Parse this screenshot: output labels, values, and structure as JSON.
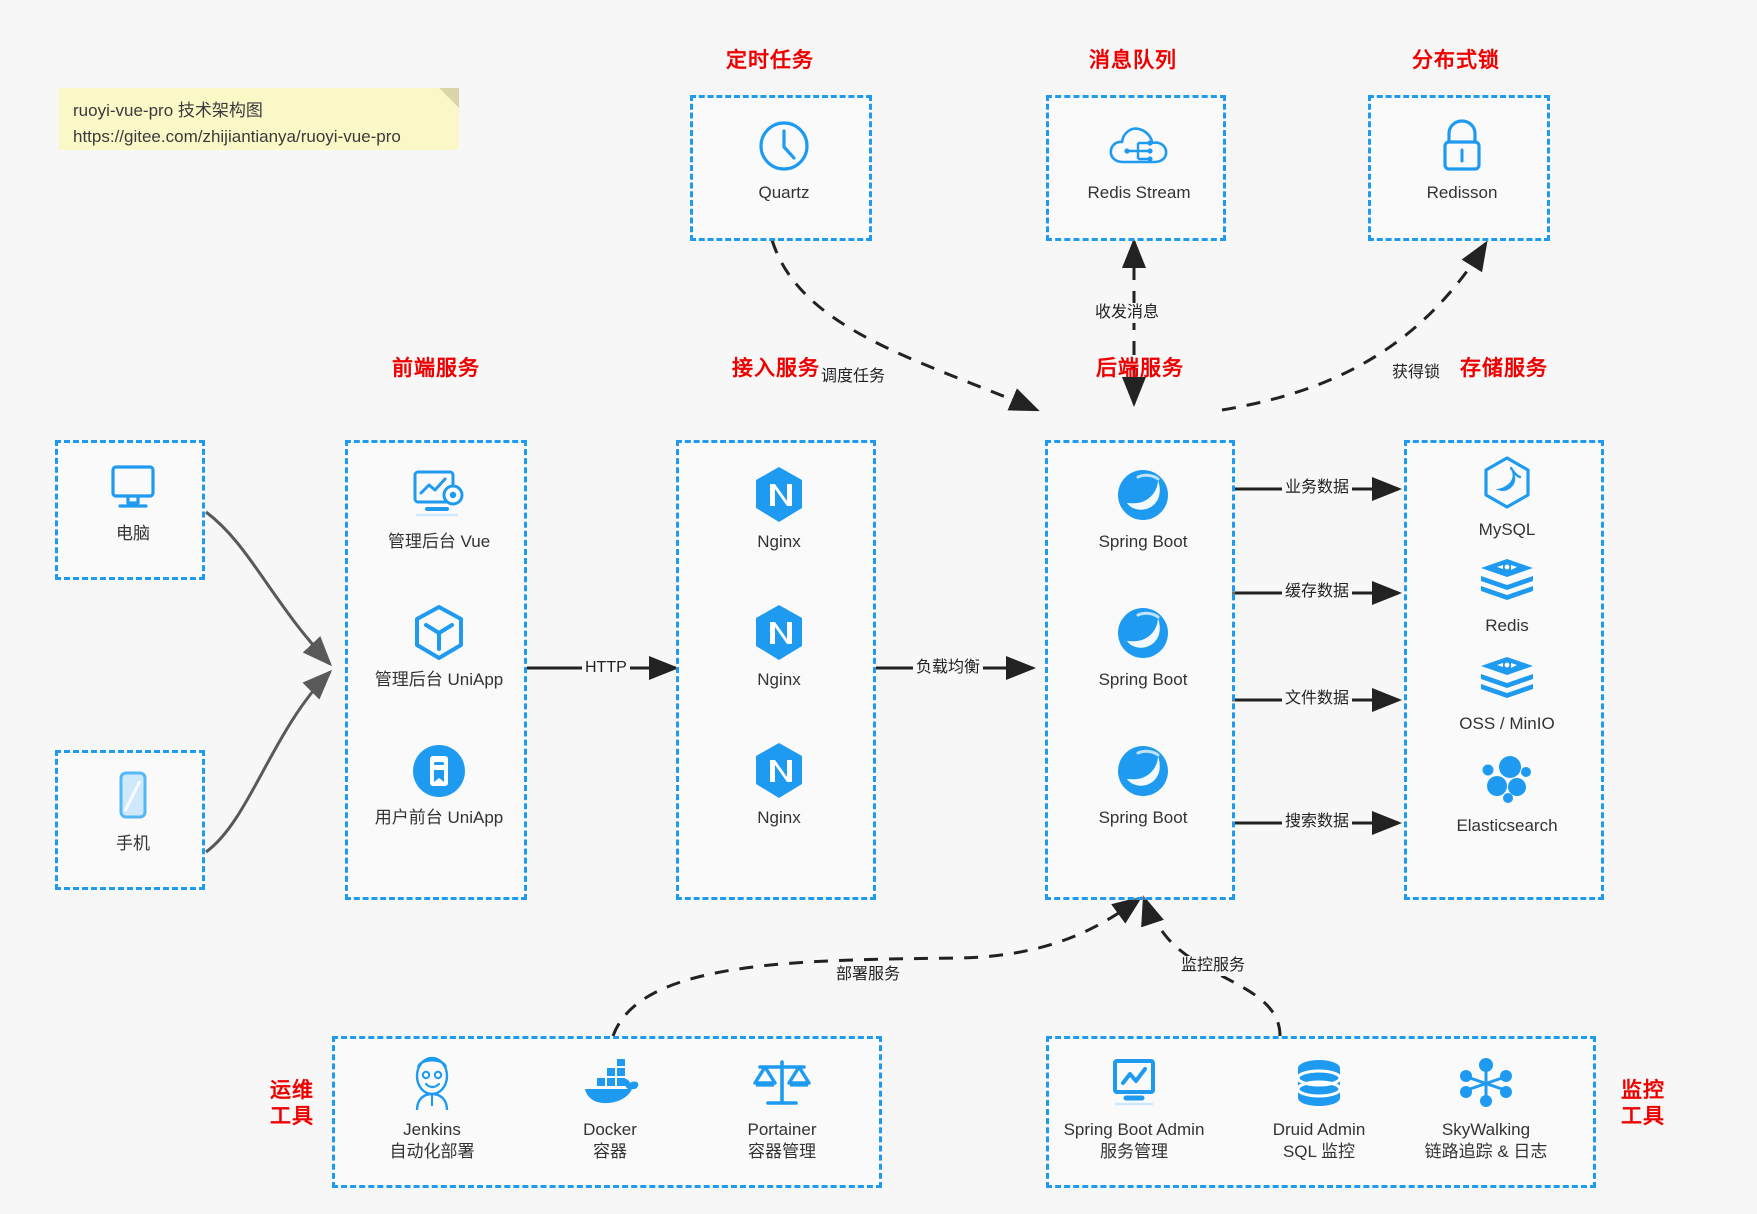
{
  "note": {
    "line1": "ruoyi-vue-pro 技术架构图",
    "line2": "https://gitee.com/zhijiantianya/ruoyi-vue-pro"
  },
  "colors": {
    "accent_blue": "#1E9BF0",
    "group_title_red": "#ef0000",
    "background": "#f7f7f7",
    "note_yellow": "#fbf8c8",
    "arrow_gray": "#595959",
    "arrow_black": "#222222"
  },
  "groups": {
    "scheduler": {
      "title": "定时任务",
      "nodes": [
        {
          "label": "Quartz",
          "icon": "clock-icon"
        }
      ]
    },
    "mq": {
      "title": "消息队列",
      "nodes": [
        {
          "label": "Redis Stream",
          "icon": "cloud-stream-icon"
        }
      ]
    },
    "lock": {
      "title": "分布式锁",
      "nodes": [
        {
          "label": "Redisson",
          "icon": "lock-icon"
        }
      ]
    },
    "client_pc": {
      "title": "",
      "nodes": [
        {
          "label": "电脑",
          "icon": "desktop-icon"
        }
      ]
    },
    "client_mobile": {
      "title": "",
      "nodes": [
        {
          "label": "手机",
          "icon": "phone-icon"
        }
      ]
    },
    "frontend": {
      "title": "前端服务",
      "nodes": [
        {
          "label": "管理后台 Vue",
          "icon": "dashboard-icon"
        },
        {
          "label": "管理后台 UniApp",
          "icon": "cube-icon"
        },
        {
          "label": "用户前台 UniApp",
          "icon": "app-circle-icon"
        }
      ]
    },
    "gateway": {
      "title": "接入服务",
      "nodes": [
        {
          "label": "Nginx",
          "icon": "nginx-icon"
        },
        {
          "label": "Nginx",
          "icon": "nginx-icon"
        },
        {
          "label": "Nginx",
          "icon": "nginx-icon"
        }
      ]
    },
    "backend": {
      "title": "后端服务",
      "nodes": [
        {
          "label": "Spring Boot",
          "icon": "spring-leaf-icon"
        },
        {
          "label": "Spring Boot",
          "icon": "spring-leaf-icon"
        },
        {
          "label": "Spring Boot",
          "icon": "spring-leaf-icon"
        }
      ]
    },
    "storage": {
      "title": "存储服务",
      "nodes": [
        {
          "label": "MySQL",
          "icon": "mysql-dolphin-icon"
        },
        {
          "label": "Redis",
          "icon": "redis-stack-icon"
        },
        {
          "label": "OSS / MinIO",
          "icon": "oss-stack-icon"
        },
        {
          "label": "Elasticsearch",
          "icon": "elasticsearch-icon"
        }
      ]
    },
    "devops": {
      "title": "运维\n工具",
      "title_line1": "运维",
      "title_line2": "工具",
      "nodes": [
        {
          "label": "Jenkins",
          "sub": "自动化部署",
          "icon": "jenkins-butler-icon"
        },
        {
          "label": "Docker",
          "sub": "容器",
          "icon": "docker-whale-icon"
        },
        {
          "label": "Portainer",
          "sub": "容器管理",
          "icon": "scales-icon"
        }
      ]
    },
    "monitor": {
      "title": "监控\n工具",
      "title_line1": "监控",
      "title_line2": "工具",
      "nodes": [
        {
          "label": "Spring Boot Admin",
          "sub": "服务管理",
          "icon": "monitor-chart-icon"
        },
        {
          "label": "Druid Admin",
          "sub": "SQL 监控",
          "icon": "database-icon"
        },
        {
          "label": "SkyWalking",
          "sub": "链路追踪 & 日志",
          "icon": "network-nodes-icon"
        }
      ]
    }
  },
  "edges": [
    {
      "id": "http",
      "label": "HTTP"
    },
    {
      "id": "lb",
      "label": "负载均衡"
    },
    {
      "id": "schedule",
      "label": "调度任务"
    },
    {
      "id": "mq-msg",
      "label": "收发消息"
    },
    {
      "id": "acquire-lock",
      "label": "获得锁"
    },
    {
      "id": "biz-data",
      "label": "业务数据"
    },
    {
      "id": "cache-data",
      "label": "缓存数据"
    },
    {
      "id": "file-data",
      "label": "文件数据"
    },
    {
      "id": "search-data",
      "label": "搜索数据"
    },
    {
      "id": "deploy",
      "label": "部署服务"
    },
    {
      "id": "monitor-svc",
      "label": "监控服务"
    }
  ]
}
